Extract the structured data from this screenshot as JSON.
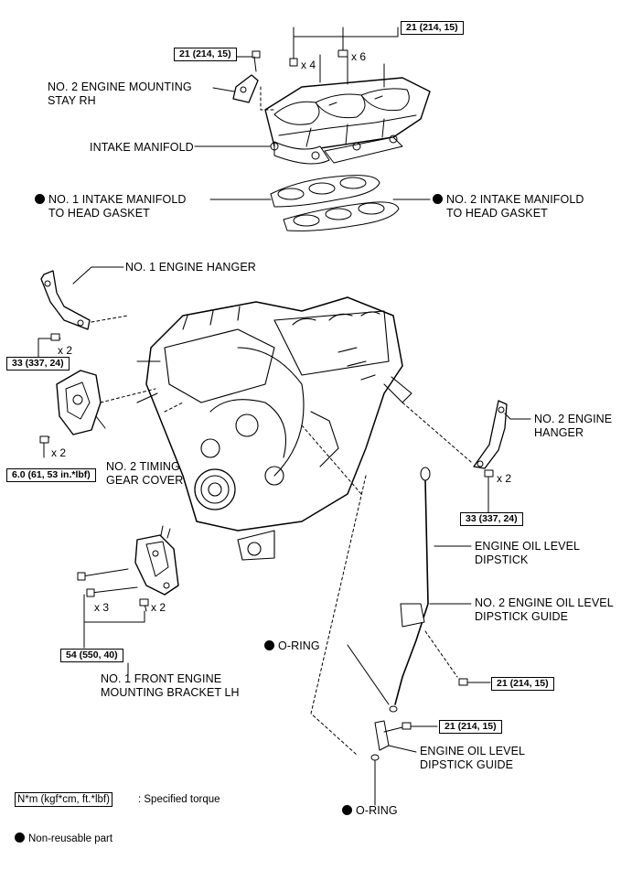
{
  "labels": {
    "eng_mount_stay_1": "NO. 2 ENGINE MOUNTING",
    "eng_mount_stay_2": "STAY RH",
    "intake_manifold": "INTAKE MANIFOLD",
    "gasket1_1": "NO. 1 INTAKE MANIFOLD",
    "gasket1_2": "TO HEAD GASKET",
    "gasket2_1": "NO. 2 INTAKE MANIFOLD",
    "gasket2_2": "TO HEAD GASKET",
    "hanger1": "NO. 1 ENGINE HANGER",
    "hanger2_1": "NO. 2 ENGINE",
    "hanger2_2": "HANGER",
    "timing_cover_1": "NO. 2 TIMING",
    "timing_cover_2": "GEAR COVER",
    "dipstick_1": "ENGINE OIL LEVEL",
    "dipstick_2": "DIPSTICK",
    "dip_guide2_1": "NO. 2 ENGINE OIL LEVEL",
    "dip_guide2_2": "DIPSTICK GUIDE",
    "oring_upper": "O-RING",
    "dip_guide_1": "ENGINE OIL LEVEL",
    "dip_guide_2": "DIPSTICK GUIDE",
    "oring_lower": "O-RING",
    "bracket_1": "NO. 1 FRONT ENGINE",
    "bracket_2": "MOUNTING BRACKET LH"
  },
  "torques": {
    "stay_bolt": "21 (214, 15)",
    "manifold": "21 (214, 15)",
    "hanger1": "33 (337, 24)",
    "timing_cover": "6.0 (61, 53 in.*lbf)",
    "hanger2": "33 (337, 24)",
    "bracket": "54 (550, 40)",
    "dip_guide2": "21 (214, 15)",
    "dip_guide": "21 (214, 15)"
  },
  "multipliers": {
    "manifold_nut": "x 4",
    "manifold_bolt": "x 6",
    "hanger1": "x 2",
    "timing_cover": "x 2",
    "hanger2": "x 2",
    "bracket_a": "x 3",
    "bracket_b": "x 2"
  },
  "legend": {
    "torque_box": "N*m (kgf*cm, ft.*lbf)",
    "torque_text": ": Specified torque",
    "nonreusable": "Non-reusable part"
  },
  "colors": {
    "ink": "#000000",
    "paper": "#ffffff",
    "shade": "#d8d8d8"
  }
}
